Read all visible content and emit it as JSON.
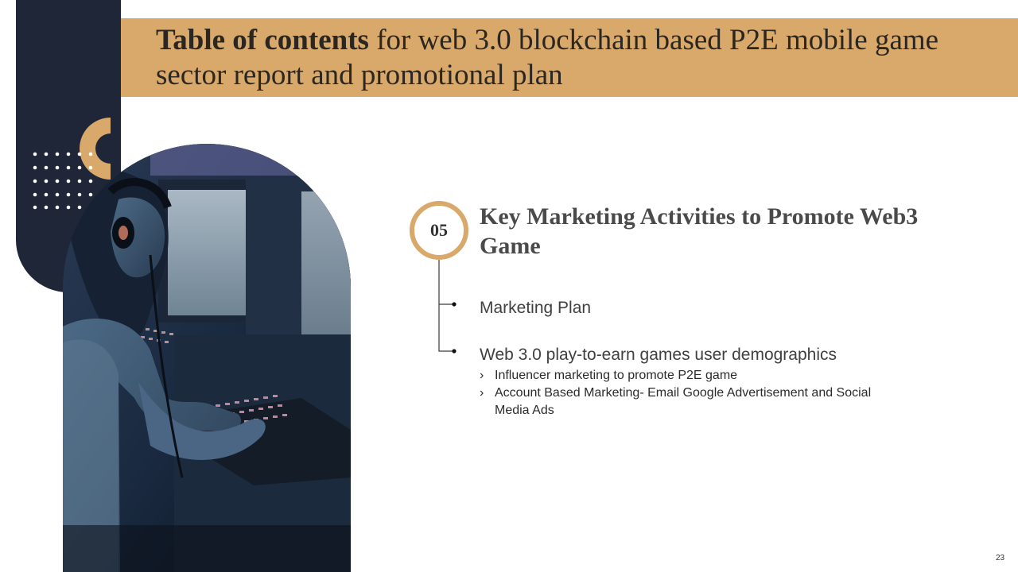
{
  "slide": {
    "title_bold": "Table of contents",
    "title_rest": " for web 3.0 blockchain based P2E mobile game sector report and promotional plan",
    "section_number": "05",
    "section_heading": "Key Marketing Activities to Promote Web3 Game",
    "items": [
      {
        "label": "Marketing Plan"
      },
      {
        "label": "Web 3.0 play-to-earn games user demographics"
      }
    ],
    "sub_items": [
      {
        "label": "Influencer marketing to promote P2E game"
      },
      {
        "label": "Account Based Marketing- Email Google Advertisement and Social Media Ads"
      }
    ],
    "page_number": "23",
    "chevron_glyph": "›"
  },
  "colors": {
    "accent_gold": "#d8a96a",
    "navy": "#1f2638",
    "text_dark": "#404040"
  },
  "icons": {
    "ring": "half-ring-decoration",
    "dots": "dot-grid-decoration",
    "bullet": "bullet-dot-icon",
    "chevron": "chevron-right-icon"
  }
}
